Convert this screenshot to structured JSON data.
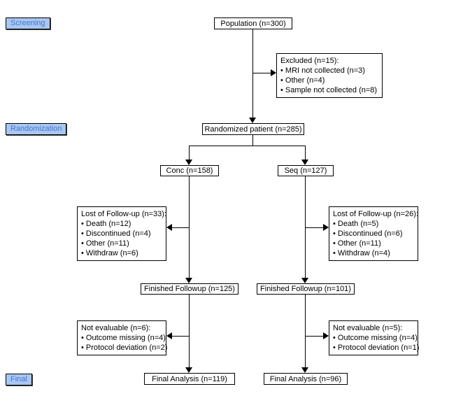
{
  "stages": [
    "Screening",
    "Randomization",
    "Final"
  ],
  "boxes": {
    "population": "Population (n=300)",
    "excluded": {
      "title": "Excluded (n=15):",
      "items": [
        "• MRI not collected (n=3)",
        "• Other (n=4)",
        "• Sample not collected (n=8)"
      ]
    },
    "randomized": "Randomized patient (n=285)",
    "conc": "Conc (n=158)",
    "seq": "Seq (n=127)",
    "lost_followup_left": {
      "title": "Lost of Follow-up (n=33):",
      "items": [
        "• Death (n=12)",
        "• Discontinued (n=4)",
        "• Other (n=11)",
        "• Withdraw (n=6)"
      ]
    },
    "lost_followup_right": {
      "title": "Lost of Follow-up (n=26):",
      "items": [
        "• Death (n=5)",
        "• Discontinued (n=6)",
        "• Other (n=11)",
        "• Withdraw (n=4)"
      ]
    },
    "finished_left": "Finished Followup (n=125)",
    "finished_right": "Finished Followup (n=101)",
    "not_evaluable_left": {
      "title": "Not evaluable (n=6):",
      "items": [
        "• Outcome missing (n=4)",
        "• Protocol deviation (n=2)"
      ]
    },
    "not_evaluable_right": {
      "title": "Not evaluable (n=5):",
      "items": [
        "• Outcome missing (n=4)",
        "• Protocol deviation (n=1)"
      ]
    },
    "final_left": "Final Analysis (n=119)",
    "final_right": "Final Analysis (n=96)"
  },
  "colors": {
    "stage_fill": "#a9c7f0",
    "stage_text": "#4575d5",
    "box_border": "#000000",
    "box_fill": "#ffffff"
  }
}
